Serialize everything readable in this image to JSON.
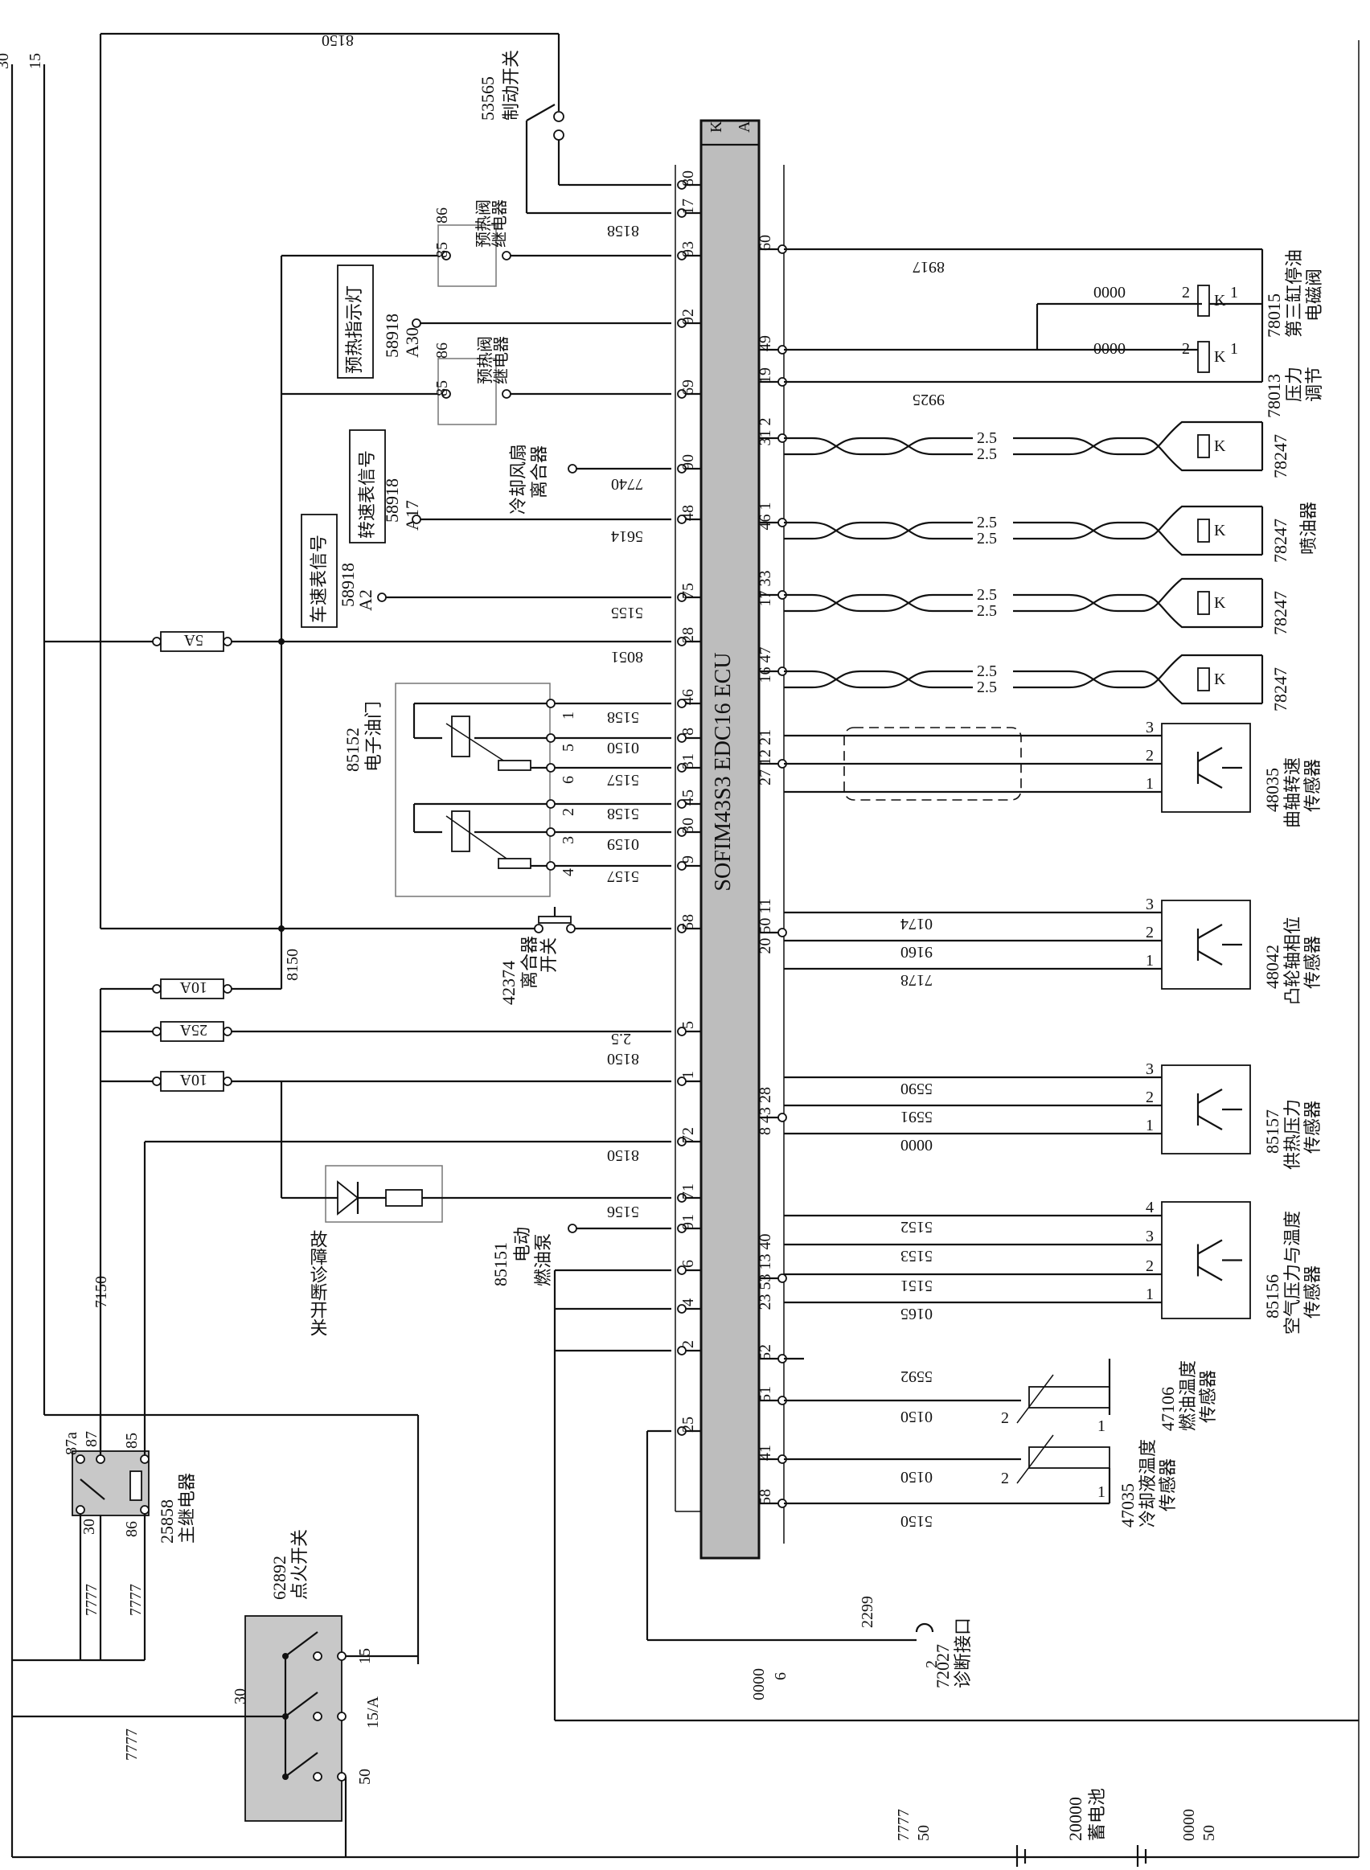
{
  "rails": {
    "r30": "30",
    "r15": "15"
  },
  "ecu": {
    "title": "SOFIM43S3 EDC16  ECU",
    "k": "K",
    "a": "A"
  },
  "wires": {
    "w8150_top": "8150",
    "w8158": "8158",
    "w5155": "5155",
    "w5614": "5614",
    "w7740": "7740",
    "w8051": "8051",
    "w7150": "7150",
    "w8150_mid": "8150",
    "w8150_b": "8150",
    "w2_5": "2.5",
    "w8150_c": "8150",
    "w5156": "5156",
    "w7777_a": "7777",
    "w7777_b": "7777",
    "w7777_c": "7777",
    "w0000_6": "0000",
    "w6": "6",
    "w2299": "2299",
    "w7777_50": "7777",
    "w50_a": "50",
    "w0000_50": "0000",
    "w50_b": "50",
    "w8917": "8917",
    "w0000_a": "0000",
    "w0000_b": "0000",
    "w9925": "9925",
    "w0174": "0174",
    "w9160": "9160",
    "w7178": "7178",
    "w5590": "5590",
    "w5591": "5591",
    "w0000_c": "0000",
    "w5152": "5152",
    "w5153": "5153",
    "w5151": "5151",
    "w0165": "0165",
    "w5592": "5592",
    "w0150_a": "0150",
    "w0150_b": "0150",
    "w5150": "5150",
    "w5158_a": "5158",
    "w0150_c": "0150",
    "w5157_a": "5157",
    "w5158_b": "5158",
    "w0159": "0159",
    "w5157_b": "5157",
    "w2_5_inj": "2.5"
  },
  "fuses": {
    "f5a": "5A",
    "f10a_1": "10A",
    "f25a": "25A",
    "f10a_2": "10A"
  },
  "ecu_pins_left": [
    {
      "id": "80",
      "label": "80"
    },
    {
      "id": "17",
      "label": "17"
    },
    {
      "id": "93",
      "label": "93"
    },
    {
      "id": "92",
      "label": "92"
    },
    {
      "id": "69",
      "label": "69"
    },
    {
      "id": "90",
      "label": "90"
    },
    {
      "id": "48",
      "label": "48"
    },
    {
      "id": "75",
      "label": "75"
    },
    {
      "id": "28",
      "label": "28"
    },
    {
      "id": "46",
      "label": "46"
    },
    {
      "id": "8",
      "label": "8"
    },
    {
      "id": "31",
      "label": "31"
    },
    {
      "id": "45",
      "label": "45"
    },
    {
      "id": "30",
      "label": "30"
    },
    {
      "id": "9",
      "label": "9"
    },
    {
      "id": "58",
      "label": "58"
    },
    {
      "id": "5",
      "label": "5"
    },
    {
      "id": "1",
      "label": "1"
    },
    {
      "id": "72",
      "label": "72"
    },
    {
      "id": "71",
      "label": "71"
    },
    {
      "id": "91",
      "label": "91"
    },
    {
      "id": "6",
      "label": "6"
    },
    {
      "id": "4",
      "label": "4"
    },
    {
      "id": "2",
      "label": "2"
    },
    {
      "id": "25",
      "label": "25"
    }
  ],
  "ecu_pins_right": [
    {
      "id": "60",
      "label": "60"
    },
    {
      "id": "49",
      "label": "49"
    },
    {
      "id": "19",
      "label": "19"
    },
    {
      "id": "31_2",
      "label": "31 2"
    },
    {
      "id": "46_1",
      "label": "46 1"
    },
    {
      "id": "17_33",
      "label": "17 33"
    },
    {
      "id": "16_47",
      "label": "16 47"
    },
    {
      "id": "27_12_21",
      "label": "27 12 21"
    },
    {
      "id": "20_50_11",
      "label": "20 50 11"
    },
    {
      "id": "8_43_28",
      "label": "8 43 28"
    },
    {
      "id": "23_53_13_40",
      "label": "23 53 13 40"
    },
    {
      "id": "52",
      "label": "52"
    },
    {
      "id": "51",
      "label": "51"
    },
    {
      "id": "41",
      "label": "41"
    },
    {
      "id": "58r",
      "label": "58"
    }
  ],
  "components": {
    "brake": {
      "code": "53565",
      "name": "制动开关"
    },
    "preheat_relay_1": {
      "p86": "86",
      "p85": "85",
      "name1": "预热阀",
      "name2": "继电器"
    },
    "preheat_relay_2": {
      "p86": "86",
      "p85": "85",
      "name1": "预热阀",
      "name2": "继电器"
    },
    "preheat_lamp": {
      "name": "预热指示灯",
      "code": "58918",
      "pin": "A30"
    },
    "tacho": {
      "name": "转速表信号",
      "code": "58918",
      "pin": "A17"
    },
    "speedo": {
      "name": "车速表信号",
      "code": "58918",
      "pin": "A2"
    },
    "fan_clutch": {
      "name1": "冷却风扇",
      "name2": "离合器"
    },
    "throttle": {
      "code": "85152",
      "name": "电子油门",
      "p1": "1",
      "p5": "5",
      "p6": "6",
      "p2": "2",
      "p3": "3",
      "p4": "4"
    },
    "clutch_switch": {
      "code": "42374",
      "name1": "离合器",
      "name2": "开关"
    },
    "diag_switch": {
      "name": "故障诊断开关"
    },
    "fuel_pump": {
      "code": "85151",
      "name1": "电动",
      "name2": "燃油泵"
    },
    "main_relay": {
      "code": "25858",
      "name": "主继电器",
      "p87a": "87a",
      "p87": "87",
      "p85": "85",
      "p30": "30",
      "p86": "86"
    },
    "ignition": {
      "code": "62892",
      "name": "点火开关",
      "p15": "15",
      "p15a": "15/A",
      "p50": "50",
      "p30": "30"
    },
    "diag_port": {
      "code": "72027",
      "name": "诊断接口",
      "pin": "2"
    },
    "battery": {
      "code": "20000",
      "name": "蓄电池"
    },
    "stop_valve": {
      "code": "78015",
      "name1": "第三缸停油",
      "name2": "电磁阀",
      "k": "K",
      "p2": "2",
      "p1": "1"
    },
    "pressure_reg": {
      "code": "78013",
      "name1": "压力",
      "name2": "调节",
      "k": "K",
      "p2": "2",
      "p1": "1"
    },
    "injector_group": {
      "code": "78247",
      "name": "喷油器",
      "k": "K"
    },
    "crank": {
      "code": "48035",
      "name1": "曲轴转速",
      "name2": "传感器",
      "p1": "1",
      "p2": "2",
      "p3": "3"
    },
    "cam": {
      "code": "48042",
      "name1": "凸轮轴相位",
      "name2": "传感器",
      "p1": "1",
      "p2": "2",
      "p3": "3"
    },
    "rail": {
      "code": "85157",
      "name1": "供热压力",
      "name2": "传感器",
      "p1": "1",
      "p2": "2",
      "p3": "3"
    },
    "boost": {
      "code": "85156",
      "name1": "空气压力与温度",
      "name2": "传感器",
      "p1": "1",
      "p2": "2",
      "p3": "3",
      "p4": "4"
    },
    "fuel_temp": {
      "code": "47106",
      "name1": "燃油温度",
      "name2": "传感器",
      "p1": "1",
      "p2": "2"
    },
    "coolant_temp": {
      "code": "47035",
      "name1": "冷却液温度",
      "name2": "传感器",
      "p1": "1",
      "p2": "2"
    }
  }
}
